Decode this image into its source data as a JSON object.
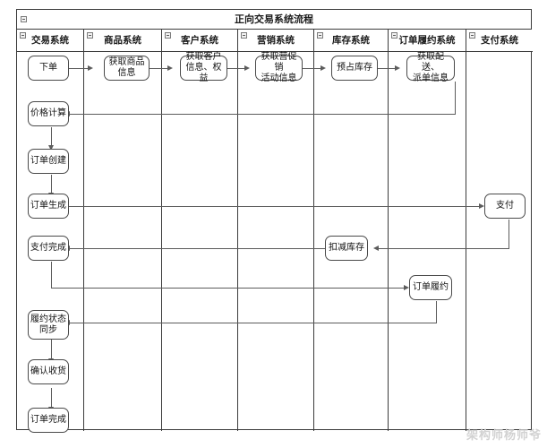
{
  "diagram": {
    "title": "正向交易系统流程",
    "type": "swimlane-flowchart",
    "watermark": "架构师杨师爷"
  },
  "lanes": [
    {
      "id": "trade",
      "label": "交易系统"
    },
    {
      "id": "product",
      "label": "商品系统"
    },
    {
      "id": "customer",
      "label": "客户系统"
    },
    {
      "id": "marketing",
      "label": "营销系统"
    },
    {
      "id": "inventory",
      "label": "库存系统"
    },
    {
      "id": "fulfillment",
      "label": "订单履约系统"
    },
    {
      "id": "payment",
      "label": "支付系统"
    }
  ],
  "nodes": [
    {
      "id": "n1",
      "lane": "trade",
      "label": "下单"
    },
    {
      "id": "n2",
      "lane": "product",
      "label": "获取商品\n信息"
    },
    {
      "id": "n3",
      "lane": "customer",
      "label": "获取客户\n信息、权益"
    },
    {
      "id": "n4",
      "lane": "marketing",
      "label": "获取营促销\n活动信息"
    },
    {
      "id": "n5",
      "lane": "inventory",
      "label": "预占库存"
    },
    {
      "id": "n6",
      "lane": "fulfillment",
      "label": "获取配送、\n派单信息"
    },
    {
      "id": "n7",
      "lane": "trade",
      "label": "价格计算"
    },
    {
      "id": "n8",
      "lane": "trade",
      "label": "订单创建"
    },
    {
      "id": "n9",
      "lane": "trade",
      "label": "订单生成"
    },
    {
      "id": "n10",
      "lane": "payment",
      "label": "支付"
    },
    {
      "id": "n11",
      "lane": "inventory",
      "label": "扣减库存"
    },
    {
      "id": "n12",
      "lane": "trade",
      "label": "支付完成"
    },
    {
      "id": "n13",
      "lane": "fulfillment",
      "label": "订单履约"
    },
    {
      "id": "n14",
      "lane": "trade",
      "label": "履约状态\n同步"
    },
    {
      "id": "n15",
      "lane": "trade",
      "label": "确认收货"
    },
    {
      "id": "n16",
      "lane": "trade",
      "label": "订单完成"
    }
  ],
  "edges": [
    {
      "from": "n1",
      "to": "n2"
    },
    {
      "from": "n2",
      "to": "n3"
    },
    {
      "from": "n3",
      "to": "n4"
    },
    {
      "from": "n4",
      "to": "n5"
    },
    {
      "from": "n5",
      "to": "n6"
    },
    {
      "from": "n6",
      "to": "n7"
    },
    {
      "from": "n7",
      "to": "n8"
    },
    {
      "from": "n8",
      "to": "n9"
    },
    {
      "from": "n9",
      "to": "n10"
    },
    {
      "from": "n10",
      "to": "n11"
    },
    {
      "from": "n11",
      "to": "n12"
    },
    {
      "from": "n12",
      "to": "n13"
    },
    {
      "from": "n13",
      "to": "n14"
    },
    {
      "from": "n14",
      "to": "n15"
    },
    {
      "from": "n15",
      "to": "n16"
    }
  ],
  "colors": {
    "border": "#3b3b3b",
    "node_border": "#4a4a4a",
    "connector": "#5c5c5c",
    "background": "#ffffff",
    "watermark": "#d2d2d2"
  }
}
